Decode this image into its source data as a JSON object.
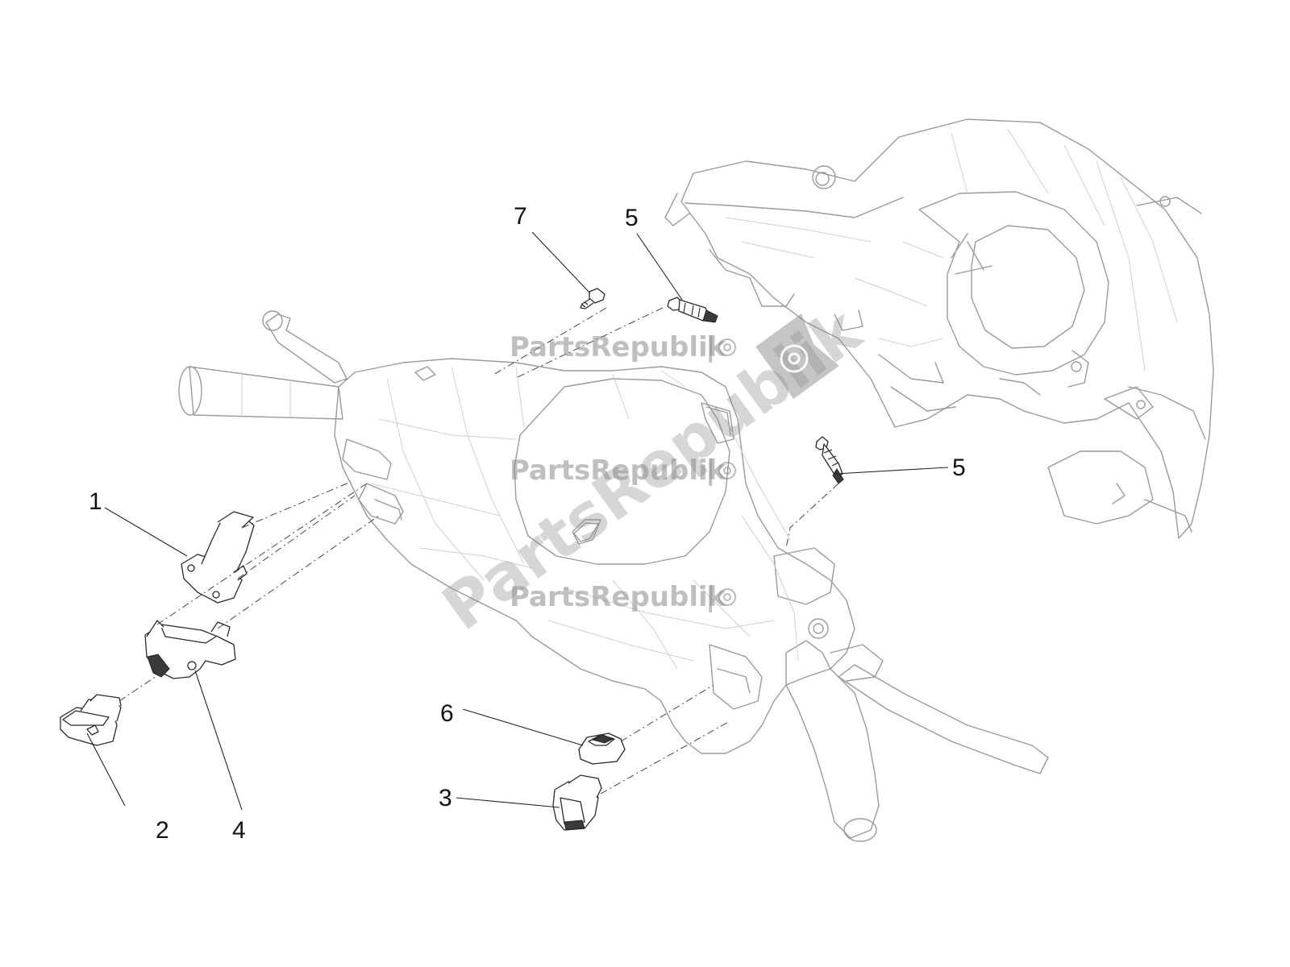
{
  "callouts": {
    "c1": "1",
    "c2": "2",
    "c3": "3",
    "c4": "4",
    "c5a": "5",
    "c5b": "5",
    "c6": "6",
    "c7": "7"
  },
  "watermark": {
    "text": "PartsRepublik",
    "big_text": "PartsRepublik",
    "divider": "|"
  }
}
